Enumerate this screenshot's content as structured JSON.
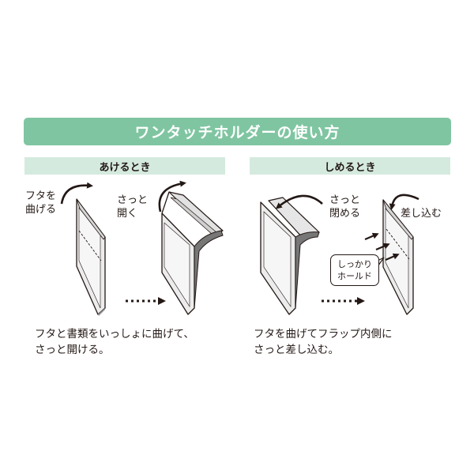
{
  "title": "ワンタッチホルダーの使い方",
  "sections": {
    "open": {
      "header": "あけるとき",
      "step1_label": "フタを\n曲げる",
      "step2_label": "さっと\n開く",
      "caption": "フタと書類をいっしょに曲げて、\nさっと開ける。"
    },
    "close": {
      "header": "しめるとき",
      "step1_label": "さっと\n閉める",
      "step2_label": "差し込む",
      "callout": "しっかり\nホールド",
      "caption": "フタを曲げてフラップ内側に\nさっと差し込む。"
    }
  },
  "colors": {
    "banner": "#7fc5a1",
    "subheader": "#d5eadf",
    "folder_fill": "#ececec",
    "outline": "#231815"
  },
  "icons": [
    "curved-arrow-icon",
    "dotted-arrow-icon",
    "small-arrow-icon"
  ]
}
